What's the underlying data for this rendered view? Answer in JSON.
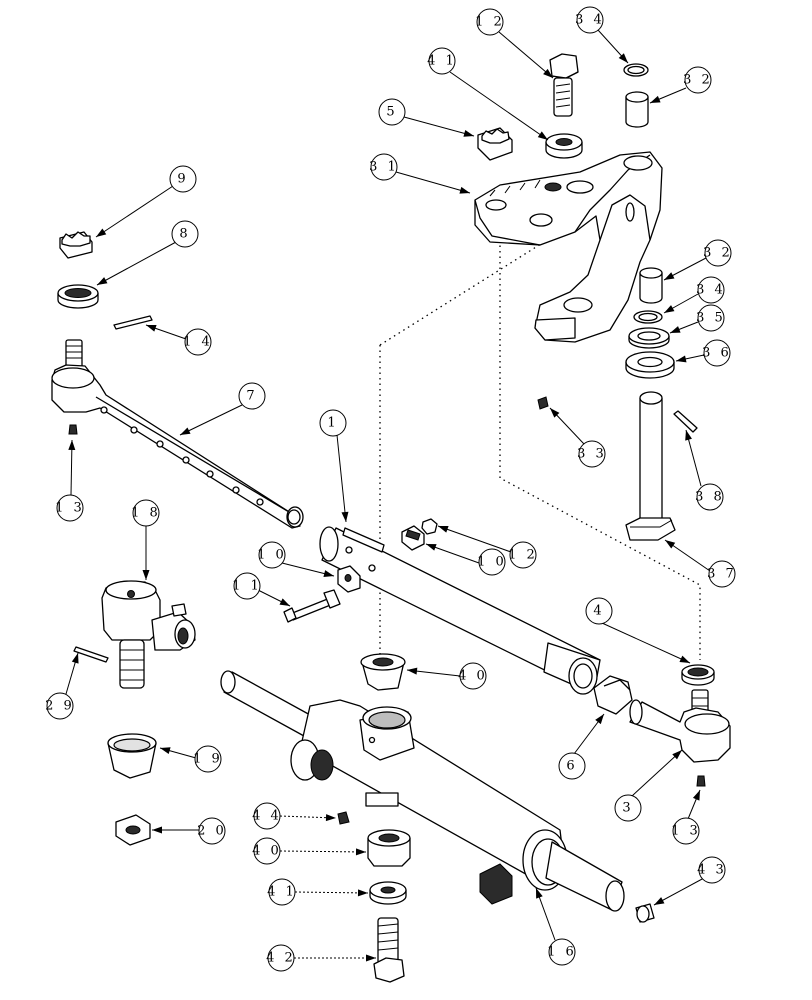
{
  "callouts": [
    {
      "label": "1 2"
    },
    {
      "label": "4 1"
    },
    {
      "label": "3 4"
    },
    {
      "label": "3 2"
    },
    {
      "label": "5"
    },
    {
      "label": "3 1"
    },
    {
      "label": "9"
    },
    {
      "label": "8"
    },
    {
      "label": "1 4"
    },
    {
      "label": "7"
    },
    {
      "label": "3 2"
    },
    {
      "label": "3 4"
    },
    {
      "label": "3 5"
    },
    {
      "label": "3 6"
    },
    {
      "label": "3 3"
    },
    {
      "label": "1"
    },
    {
      "label": "1 3"
    },
    {
      "label": "1 8"
    },
    {
      "label": "1 0"
    },
    {
      "label": "1 0"
    },
    {
      "label": "1 2"
    },
    {
      "label": "3 8"
    },
    {
      "label": "1 1"
    },
    {
      "label": "3 7"
    },
    {
      "label": "4"
    },
    {
      "label": "2 9"
    },
    {
      "label": "4 0"
    },
    {
      "label": "1 9"
    },
    {
      "label": "6"
    },
    {
      "label": "3"
    },
    {
      "label": "2 0"
    },
    {
      "label": "4 4"
    },
    {
      "label": "1 3"
    },
    {
      "label": "4 0"
    },
    {
      "label": "4 3"
    },
    {
      "label": "4 1"
    },
    {
      "label": "1 6"
    },
    {
      "label": "4 2"
    }
  ]
}
